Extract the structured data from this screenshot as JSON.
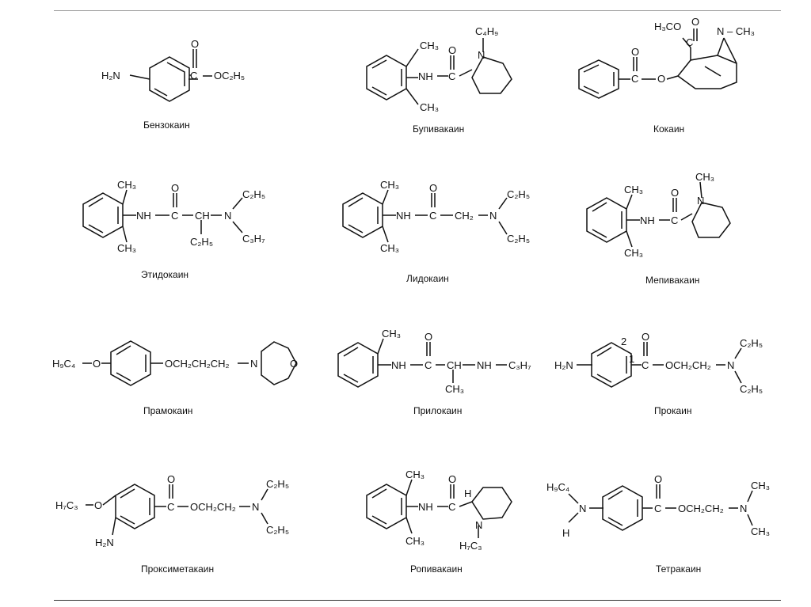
{
  "captions": {
    "benzocaine": "Бензокаин",
    "bupivacaine": "Бупивакаин",
    "cocaine": "Кокаин",
    "etidocaine": "Этидокаин",
    "lidocaine": "Лидокаин",
    "mepivacaine": "Мепивакаин",
    "pramocaine": "Прамокаин",
    "prilocaine": "Прилокаин",
    "procaine": "Прокаин",
    "proxymetacaine": "Проксиметакаин",
    "ropivacaine": "Ропивакаин",
    "tetracaine": "Тетракаин"
  },
  "benzocaine": {
    "amine": "H₂N",
    "carbonyl_o": "O",
    "carbon": "C",
    "ester": "OC₂H₅"
  },
  "bupivacaine": {
    "methyl_top": "CH₃",
    "methyl_bottom": "CH₃",
    "amide": "NH",
    "carbonyl_o": "O",
    "carbon": "C",
    "ring_n": "N",
    "n_substituent": "C₄H₉"
  },
  "cocaine": {
    "methoxy": "H₃CO",
    "ester_o": "O",
    "ester_c": "C",
    "n_methyl": "N – CH₃",
    "benzoyl_c": "C",
    "benzoyl_o": "O",
    "ether_o": "O"
  },
  "etidocaine": {
    "methyl_top": "CH₃",
    "methyl_bottom": "CH₃",
    "amide": "NH",
    "carbonyl_o": "O",
    "carbon": "C",
    "ch": "CH",
    "n": "N",
    "ethyl_top": "C₂H₅",
    "ethyl_branch": "C₂H₅",
    "propyl": "C₃H₇"
  },
  "lidocaine": {
    "methyl_top": "CH₃",
    "methyl_bottom": "CH₃",
    "amide": "NH",
    "carbonyl_o": "O",
    "carbon": "C",
    "ch2": "CH₂",
    "n": "N",
    "ethyl_top": "C₂H₅",
    "ethyl_bottom": "C₂H₅"
  },
  "mepivacaine": {
    "methyl_top": "CH₃",
    "methyl_bottom": "CH₃",
    "amide": "NH",
    "carbonyl_o": "O",
    "carbon": "C",
    "ring_n": "N",
    "n_methyl": "CH₃"
  },
  "pramocaine": {
    "butyl": "H₉C₄",
    "ether_o": "O",
    "chain": "OCH₂CH₂CH₂",
    "morph_n": "N",
    "morph_o": "O"
  },
  "prilocaine": {
    "methyl": "CH₃",
    "amide": "NH",
    "carbonyl_o": "O",
    "carbon": "C",
    "ch": "CH",
    "nh": "NH",
    "propyl": "C₃H₇",
    "ch_methyl": "CH₃"
  },
  "procaine": {
    "amine": "H₂N",
    "pos2": "2",
    "pos1": "1",
    "carbonyl_o": "O",
    "carbon": "C",
    "chain": "OCH₂CH₂",
    "n": "N",
    "ethyl_top": "C₂H₅",
    "ethyl_bottom": "C₂H₅"
  },
  "proxymetacaine": {
    "propyl": "H₇C₃",
    "ether_o": "O",
    "amine": "H₂N",
    "carbonyl_o": "O",
    "carbon": "C",
    "chain": "OCH₂CH₂",
    "n": "N",
    "ethyl_top": "C₂H₅",
    "ethyl_bottom": "C₂H₅"
  },
  "ropivacaine": {
    "methyl_top": "CH₃",
    "methyl_bottom": "CH₃",
    "amide": "NH",
    "carbonyl_o": "O",
    "carbon": "C",
    "chiral_h": "H",
    "ring_n": "N",
    "n_propyl": "H₇C₃"
  },
  "tetracaine": {
    "butyl": "H₉C₄",
    "n_left": "N",
    "h": "H",
    "carbonyl_o": "O",
    "carbon": "C",
    "chain": "OCH₂CH₂",
    "n_right": "N",
    "methyl_top": "CH₃",
    "methyl_bottom": "CH₃"
  }
}
